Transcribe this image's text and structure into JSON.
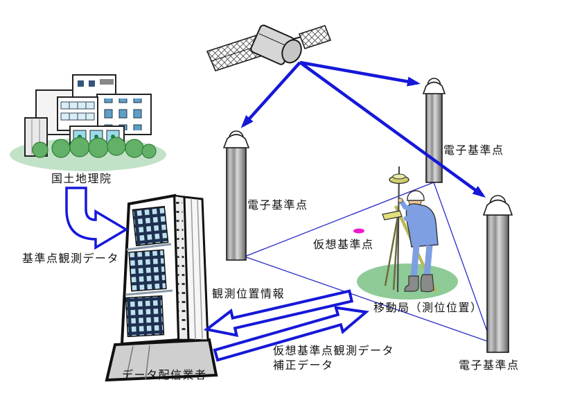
{
  "diagram": {
    "labels": {
      "gsi": "国土地理院",
      "ref_obs_data": "基準点観測データ",
      "data_provider": "データ配信業者",
      "ers_left": "電子基準点",
      "ers_top_right": "電子基準点",
      "ers_bottom_right": "電子基準点",
      "virtual_ref": "仮想基準点",
      "mobile_station": "移動局（測位位置）",
      "obs_position_info": "観測位置情報",
      "vrs_obs_data": "仮想基準点観測データ",
      "correction_data": "補正データ"
    },
    "colors": {
      "arrow_blue": "#1518d8",
      "line_blue": "#2a2ac8",
      "virtual_point_pink": "#ee19cc",
      "ground_green": "#8ecb96",
      "lawn_green": "#c2e2c8",
      "bush_green": "#63b168",
      "window_blue": "#9adcec",
      "worker_blue": "#7e9fe2",
      "pillar_gray": "#b5b5b5"
    }
  }
}
